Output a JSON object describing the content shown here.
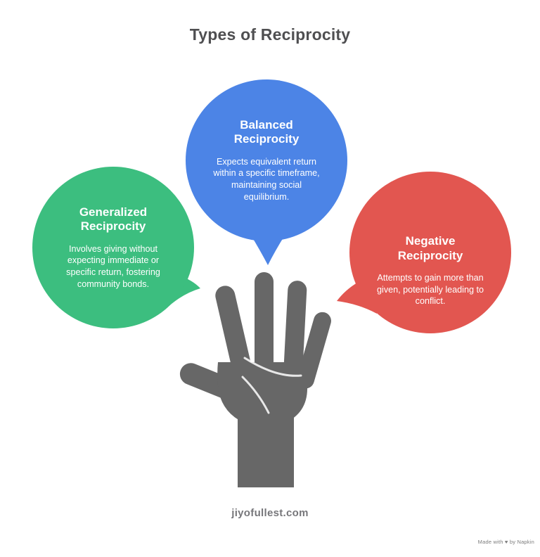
{
  "title": "Types of Reciprocity",
  "bubbles": [
    {
      "name": "Generalized",
      "title": "Generalized Reciprocity",
      "body": "Involves giving without expecting immediate or specific return, fostering community bonds.",
      "color": "#3CBE7F"
    },
    {
      "name": "Balanced",
      "title": "Balanced Reciprocity",
      "body": "Expects equivalent return within a specific timeframe, maintaining social equilibrium.",
      "color": "#4C84E6"
    },
    {
      "name": "Negative",
      "title": "Negative Reciprocity",
      "body": "Attempts to gain more than given, potentially leading to conflict.",
      "color": "#E25650"
    }
  ],
  "hand": {
    "icon": "open-hand",
    "color": "#676767",
    "line_color": "#FFFFFF"
  },
  "footer": {
    "website": "jiyofullest.com",
    "credit": "Made with ♥ by Napkin"
  },
  "palette": {
    "title_color": "#4F4F51",
    "website_color": "#55555A",
    "background": "#FFFFFF"
  }
}
